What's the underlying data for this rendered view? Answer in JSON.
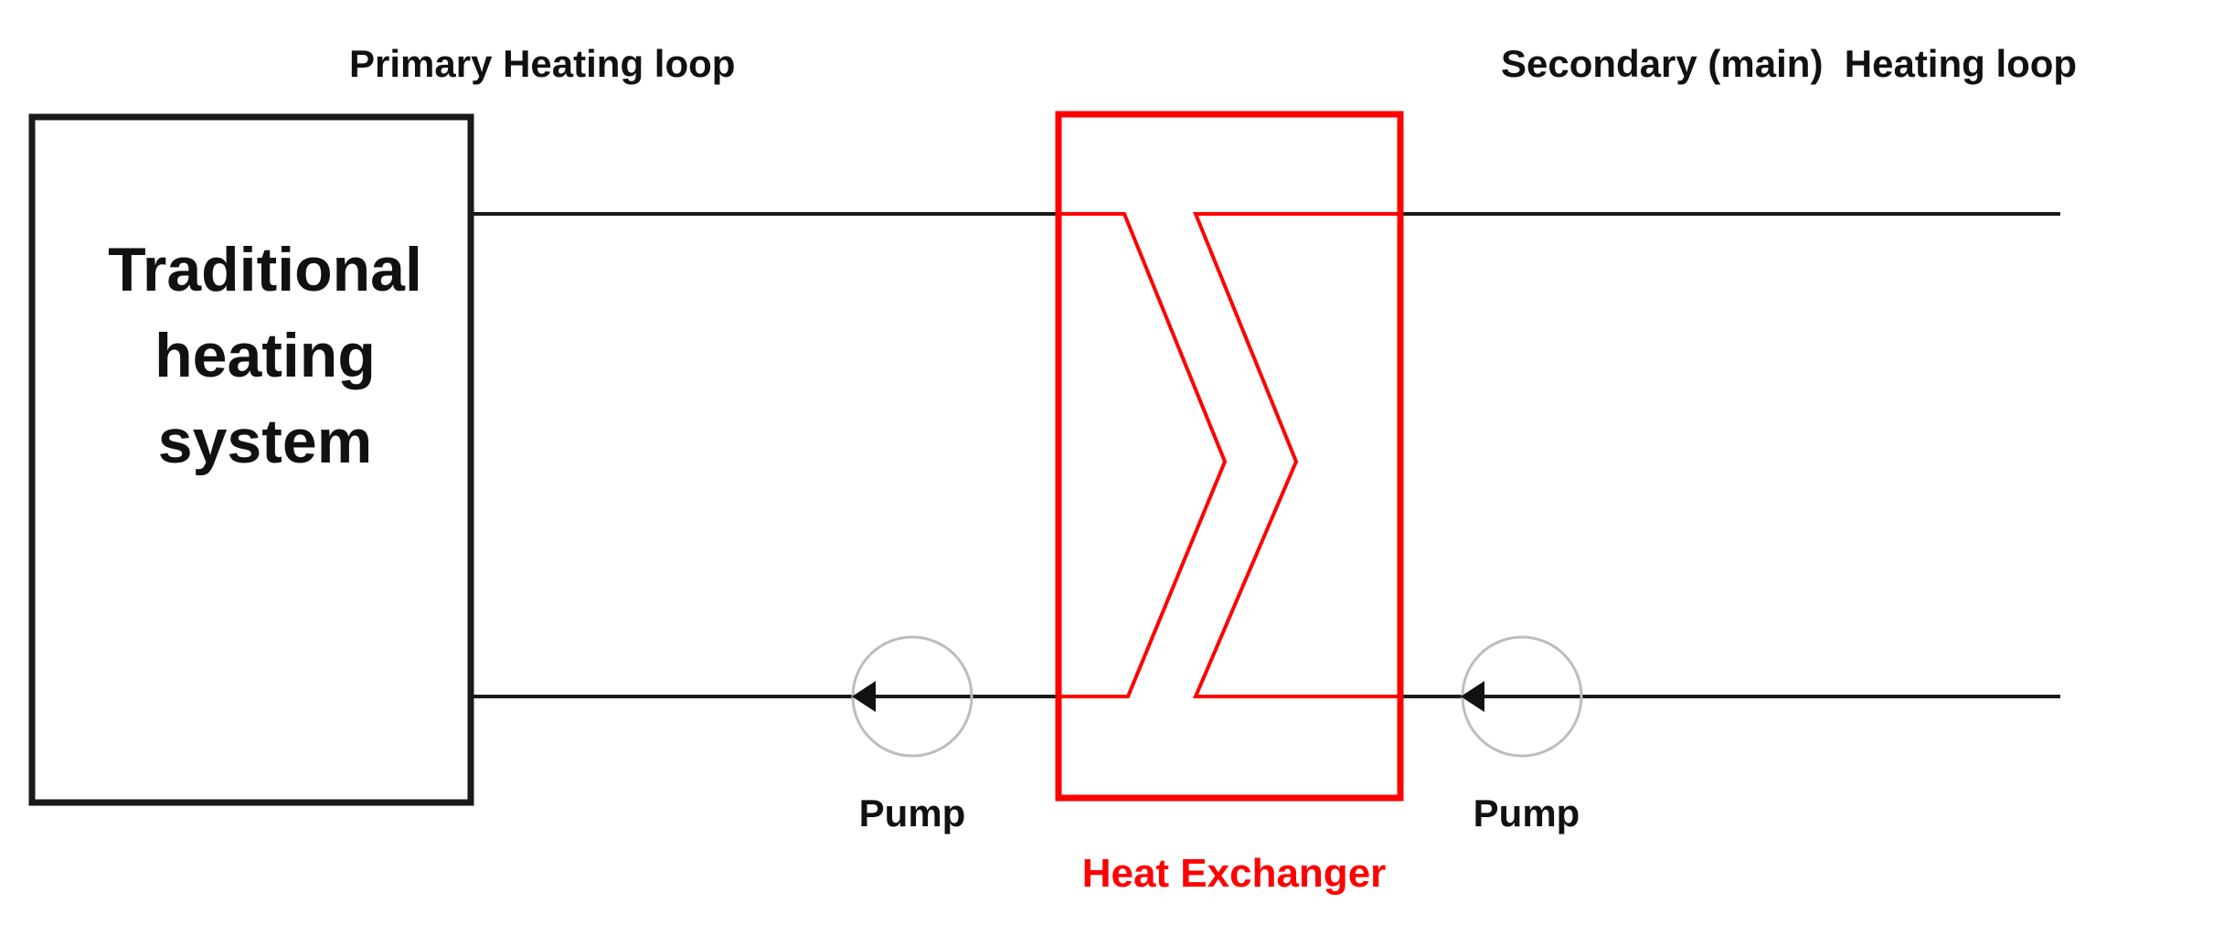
{
  "labels": {
    "primary_loop": "Primary Heating loop",
    "secondary_loop": "Secondary (main)  Heating loop",
    "system_line1": "Traditional",
    "system_line2": "heating",
    "system_line3": "system",
    "pump_left": "Pump",
    "pump_right": "Pump",
    "heat_exchanger": "Heat Exchanger"
  },
  "colors": {
    "line": "#1a1a1a",
    "exchanger": "#ff0000",
    "pump_circle": "#bdbdbd",
    "text": "#111111",
    "exchanger_text": "#ff0000"
  },
  "icons": {
    "pump_arrow_left": "arrow-left-icon",
    "pump_arrow_right": "arrow-left-icon"
  }
}
